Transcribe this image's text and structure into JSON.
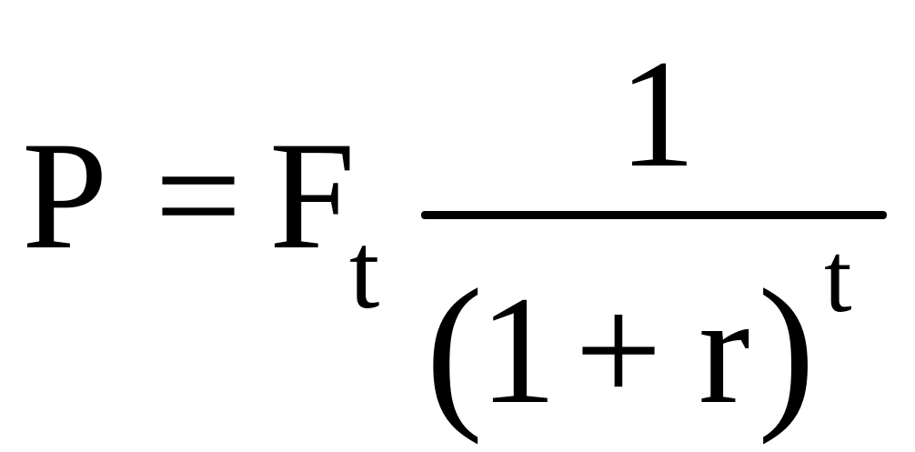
{
  "formula": {
    "lhs": "P",
    "equals": "=",
    "factor_base": "F",
    "factor_subscript": "t",
    "numerator": "1",
    "denominator": {
      "open_paren": "(",
      "one": "1",
      "plus": "+",
      "rate": "r",
      "close_paren": ")",
      "exponent": "t"
    }
  }
}
